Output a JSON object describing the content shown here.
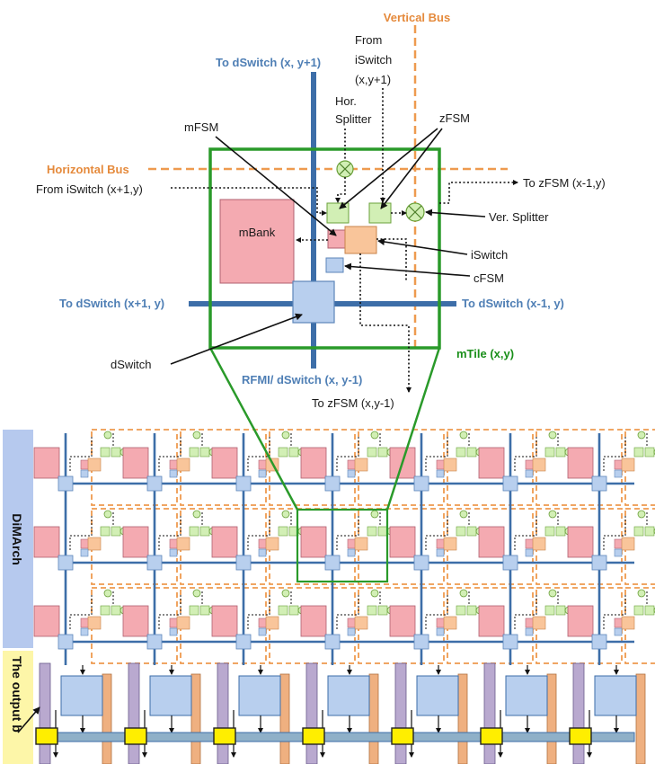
{
  "colors": {
    "bus_blue": "#3d6ea8",
    "dswitch_fill": "#b8cfee",
    "mbank_fill": "#f4aab1",
    "isw_fill": "#f9c59a",
    "zfsm_fill": "#d2efb5",
    "orange_bus": "#ee9a4f",
    "tile_green": "#2a9a2a",
    "output_yellow": "#ffee00",
    "dimarch_panel": "#b6c9ee",
    "output_panel": "#fdf6a8",
    "purple_col": "#b9a9cf",
    "salmon_col": "#efb080"
  },
  "labels": {
    "vertical_bus": "Vertical Bus",
    "from_iswitch_y1": [
      "From",
      "iSwitch",
      "(x,y+1)"
    ],
    "to_dswitch_top": "To dSwitch (x, y+1)",
    "hor_splitter": [
      "Hor.",
      "Splitter"
    ],
    "mfsm": "mFSM",
    "zfsm": "zFSM",
    "horizontal_bus": "Horizontal Bus",
    "from_iswitch_x1": "From iSwitch (x+1,y)",
    "to_zfsm_x": "To zFSM (x-1,y)",
    "ver_splitter": "Ver. Splitter",
    "mbank": "mBank",
    "iswitch": "iSwitch",
    "cfsm": "cFSM",
    "to_dswitch_left": "To dSwitch (x+1, y)",
    "to_dswitch_right": "To dSwitch (x-1, y)",
    "dswitch": "dSwitch",
    "mtile": "mTile (x,y)",
    "rfmi": "RFMI/ dSwitch (x, y-1)",
    "to_zfsm_y": "To zFSM (x,y-1)",
    "dimarch": "DiMArch",
    "output_bus": "The output b"
  },
  "grid": {
    "columns": 7,
    "rows": 3
  }
}
